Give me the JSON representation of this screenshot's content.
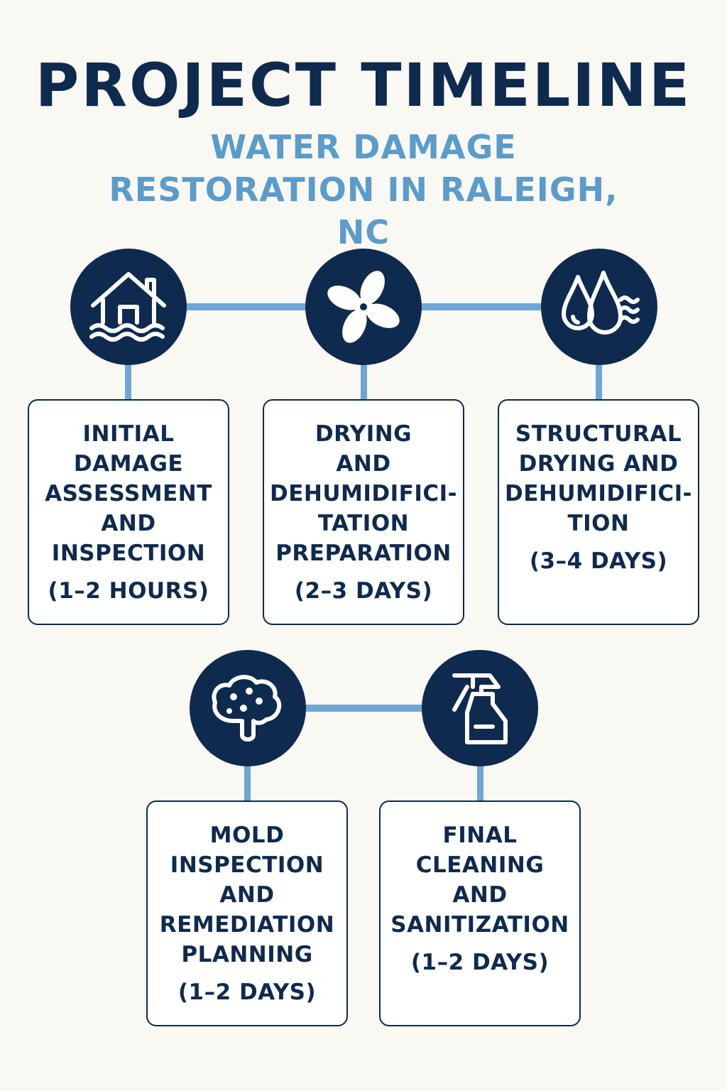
{
  "header": {
    "title": "PROJECT TIMELINE",
    "subtitle": "WATER DAMAGE RESTORATION IN RALEIGH, NC"
  },
  "steps": [
    {
      "icon": "flooded-house-icon",
      "title": "INITIAL\nDAMAGE\nASSESSMENT\nAND\nINSPECTION",
      "duration": "(1–2 HOURS)"
    },
    {
      "icon": "fan-icon",
      "title": "DRYING\nAND\nDEHUMIDIFICI-\nTATION\nPREPARATION",
      "duration": "(2–3 DAYS)"
    },
    {
      "icon": "water-drops-icon",
      "title": "STRUCTURAL\nDRYING AND\nDEHUMIDIFICI-\nTION",
      "duration": "(3–4 DAYS)"
    },
    {
      "icon": "mold-icon",
      "title": "MOLD\nINSPECTION\nAND\nREMEDIATION\nPLANNING",
      "duration": "(1–2 DAYS)"
    },
    {
      "icon": "spray-bottle-icon",
      "title": "FINAL\nCLEANING\nAND\nSANITIZATION",
      "duration": "(1–2 DAYS)"
    }
  ],
  "colors": {
    "navy": "#0e2a4e",
    "accent_blue": "#5a9ccb",
    "connector": "#6ea7d3",
    "background": "#faf8f3"
  }
}
